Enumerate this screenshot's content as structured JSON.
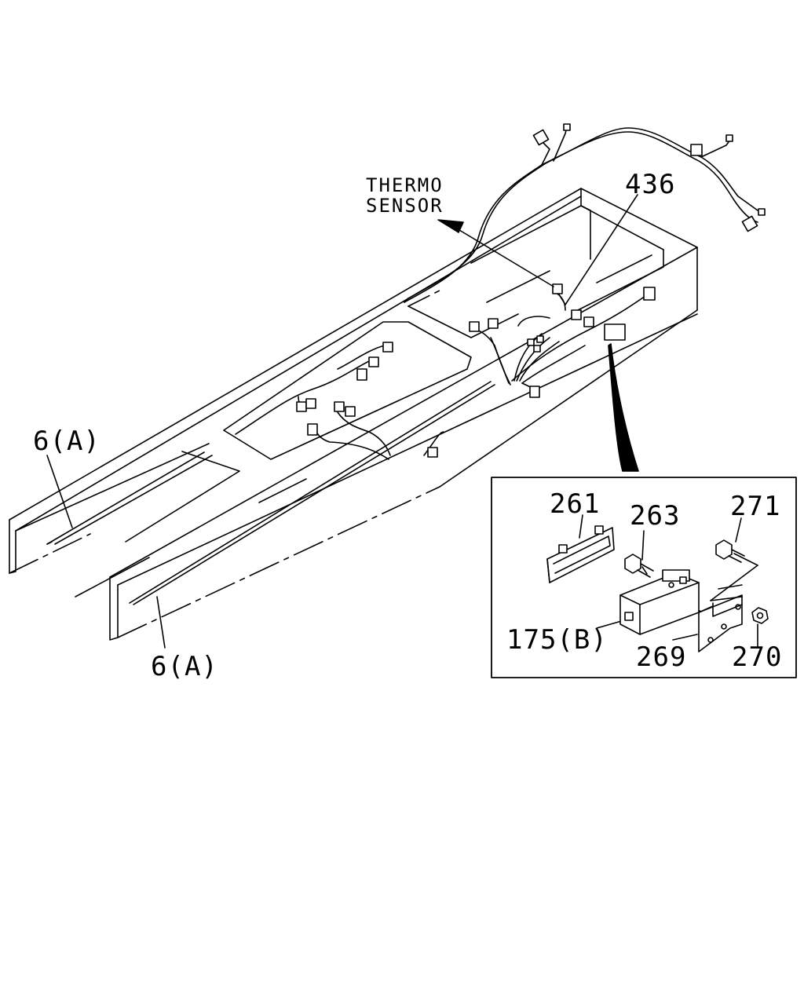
{
  "labels": {
    "thermo_line1": "THERMO",
    "thermo_line2": "SENSOR",
    "p436": "436",
    "p6a_upper": "6(A)",
    "p6a_lower": "6(A)",
    "p261": "261",
    "p263": "263",
    "p271": "271",
    "p175b": "175(B)",
    "p269": "269",
    "p270": "270"
  },
  "colors": {
    "ink": "#000000",
    "paper": "#ffffff"
  }
}
